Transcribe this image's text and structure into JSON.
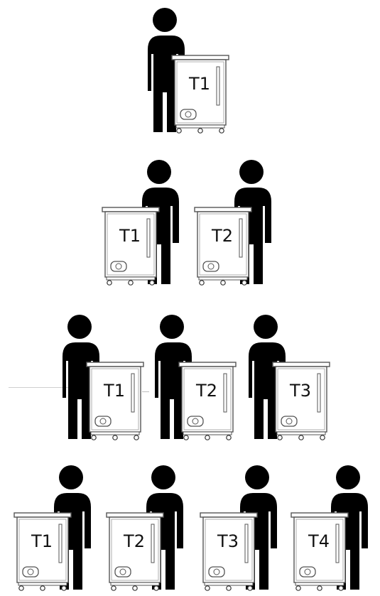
{
  "rows": [
    {
      "units": [
        {
          "label": "T1",
          "cart_side": "right"
        }
      ]
    },
    {
      "units": [
        {
          "label": "T1",
          "cart_side": "left"
        },
        {
          "label": "T2",
          "cart_side": "left"
        }
      ]
    },
    {
      "units": [
        {
          "label": "T1",
          "cart_side": "right"
        },
        {
          "label": "T2",
          "cart_side": "right"
        },
        {
          "label": "T3",
          "cart_side": "right"
        }
      ]
    },
    {
      "units": [
        {
          "label": "T1",
          "cart_side": "left"
        },
        {
          "label": "T2",
          "cart_side": "left"
        },
        {
          "label": "T3",
          "cart_side": "left"
        },
        {
          "label": "T4",
          "cart_side": "left"
        }
      ]
    }
  ],
  "icon": {
    "person": "person-silhouette-icon",
    "cart": "trolley-cart-icon"
  },
  "colors": {
    "person": "#000000",
    "cart_stroke": "#555555",
    "background": "#ffffff"
  }
}
